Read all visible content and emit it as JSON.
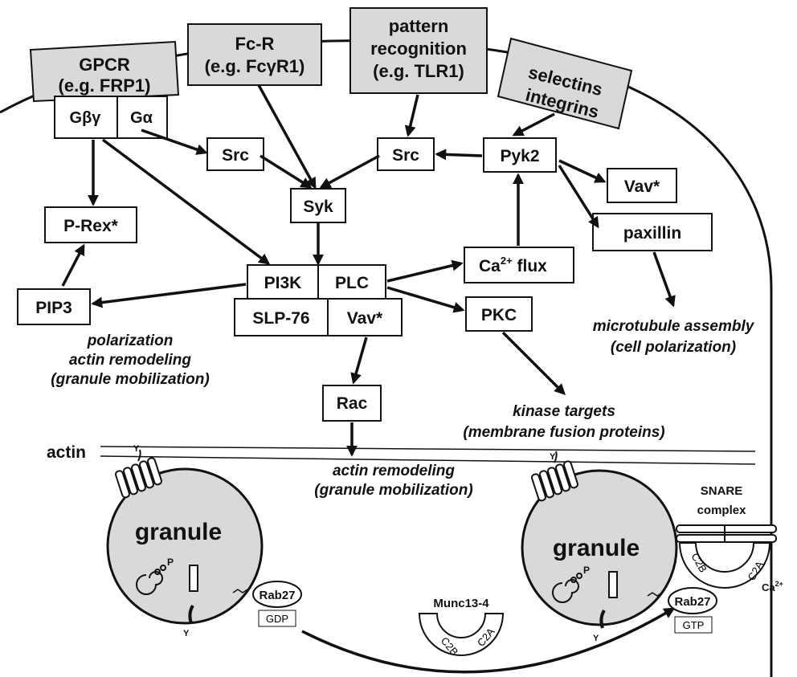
{
  "receptors": {
    "gpcr": [
      "GPCR",
      "(e.g. FRP1)"
    ],
    "fcr": [
      "Fc-R",
      "(e.g. FcγR1)"
    ],
    "pattern": [
      "pattern",
      "recognition",
      "(e.g. TLR1)"
    ],
    "selectins": [
      "selectins",
      "integrins"
    ]
  },
  "gprotein": {
    "gbg": "Gβγ",
    "ga": "Gα"
  },
  "nodes": {
    "src1": "Src",
    "src2": "Src",
    "syk": "Syk",
    "pyk2": "Pyk2",
    "vav_top": "Vav*",
    "paxillin": "paxillin",
    "prex": "P-Rex*",
    "pi3k": "PI3K",
    "plc": "PLC",
    "slp76": "SLP-76",
    "vav_mid": "Vav*",
    "ca_flux_main": "Ca",
    "ca_flux_sup": "2+",
    "ca_flux_rest": " flux",
    "pkc": "PKC",
    "pip3": "PIP3",
    "rac": "Rac"
  },
  "annotations": {
    "polarization": [
      "polarization",
      "actin remodeling",
      "(granule mobilization)"
    ],
    "microtubule": [
      "microtubule assembly",
      "(cell polarization)"
    ],
    "kinase": [
      "kinase targets",
      "(membrane fusion proteins)"
    ],
    "actin_remodel": [
      "actin remodeling",
      "(granule mobilization)"
    ]
  },
  "cell": {
    "actin_label": "actin",
    "granule_label": "granule",
    "snare": [
      "SNARE",
      "complex"
    ],
    "munc": "Munc13-4",
    "c2b": "C2B",
    "c2a": "C2A",
    "rab27": "Rab27",
    "gdp": "GDP",
    "gtp": "GTP",
    "ca": "Ca",
    "ca_sup": "2+",
    "y": "Y",
    "p": "P"
  }
}
